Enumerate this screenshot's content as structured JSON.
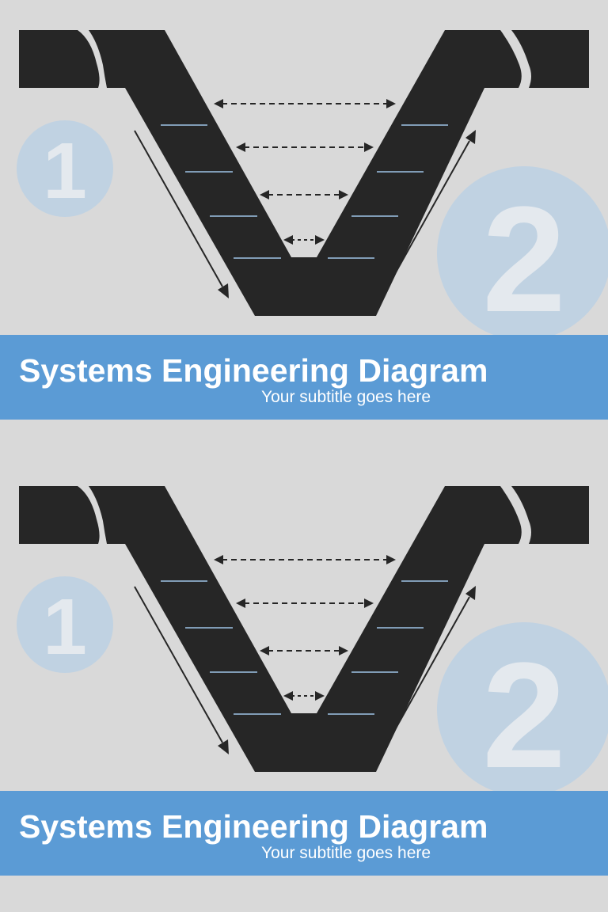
{
  "slides": [
    {
      "num_left": "1",
      "num_right": "2",
      "title": "Systems Engineering Diagram",
      "subtitle": "Your subtitle goes here"
    },
    {
      "num_left": "1",
      "num_right": "2",
      "title": "Systems Engineering Diagram",
      "subtitle": "Your subtitle goes here"
    }
  ],
  "colors": {
    "background": "#d9d9d9",
    "shape": "#262626",
    "circle": "#c0d2e2",
    "banner": "#5b9bd5",
    "accent_line": "#9dc3e6"
  }
}
